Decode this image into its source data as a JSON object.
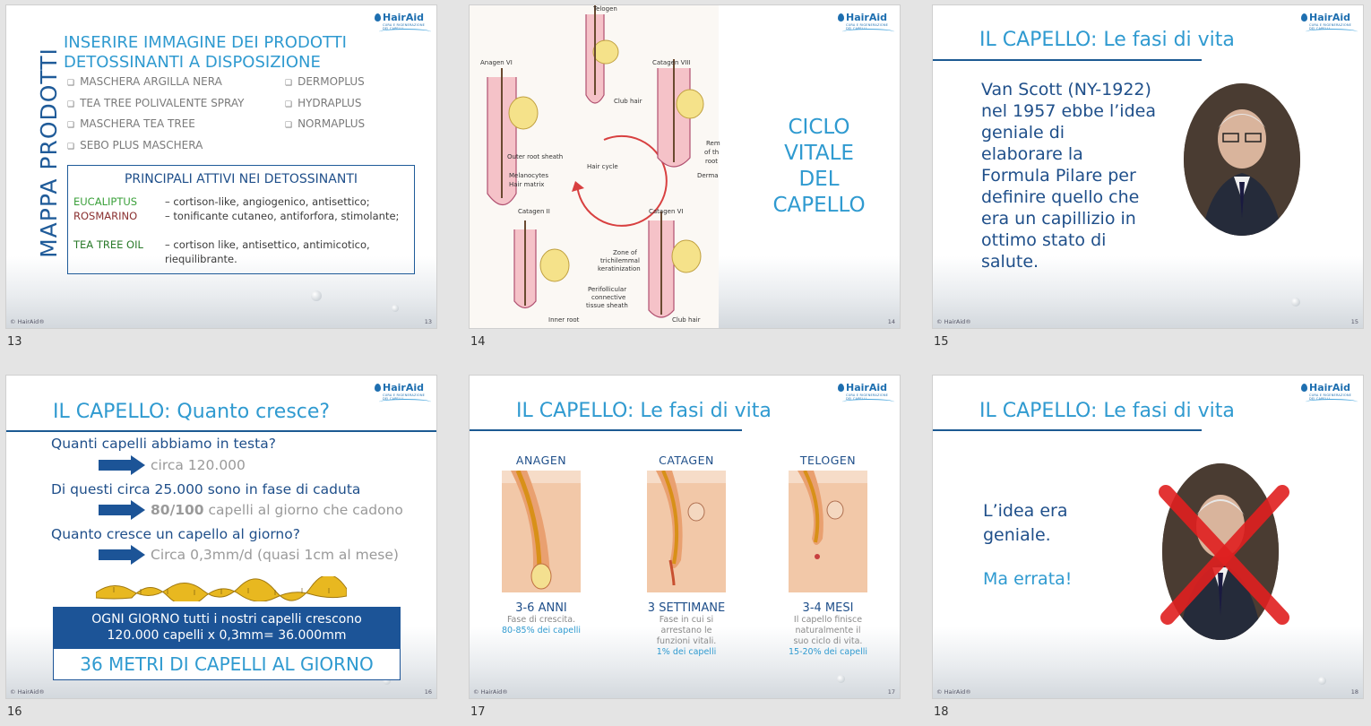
{
  "common": {
    "logo": "HairAid",
    "logo_tagline": "CURA E RIGENERAZIONE DEI CAPELLI",
    "copyright": "© HairAid®"
  },
  "slides": [
    {
      "number": "13",
      "vertical_title": "MAPPA PRODOTTI",
      "heading_line1": "INSERIRE IMMAGINE DEI PRODOTTI",
      "heading_line2": "DETOSSINANTI A DISPOSIZIONE",
      "products_left": [
        "MASCHERA ARGILLA NERA",
        "TEA TREE POLIVALENTE SPRAY",
        "MASCHERA TEA TREE",
        "SEBO PLUS MASCHERA"
      ],
      "products_right": [
        "DERMOPLUS",
        "HYDRAPLUS",
        "NORMAPLUS"
      ],
      "box_title": "PRINCIPALI ATTIVI NEI DETOSSINANTI",
      "actives": [
        {
          "name": "EUCALIPTUS",
          "color": "#3aa03a",
          "desc": "– cortison-like, angiogenico, antisettico;"
        },
        {
          "name": "ROSMARINO",
          "color": "#8a3030",
          "desc": "– tonificante cutaneo, antiforfora, stimolante;"
        },
        {
          "name": "TEA TREE OIL",
          "color": "#2a7a2a",
          "desc": "– cortison like, antisettico, antimicotico, riequilibrante."
        }
      ],
      "page": "13"
    },
    {
      "number": "14",
      "diagram_labels": {
        "telogen": "Telogen",
        "anagen_vi": "Anagen VI",
        "catagen_viii": "Catagen VIII",
        "club_hair": "Club hair",
        "outer_root_sheath": "Outer root sheath",
        "melanocytes": "Melanocytes",
        "hair_matrix": "Hair matrix",
        "hair_cycle": "Hair cycle",
        "rem": "Rem",
        "of_th": "of th",
        "root": "root",
        "derma": "Derma",
        "catagen_ii": "Catagen II",
        "catagen_vi": "Catagen VI",
        "zone": "Zone of",
        "trichilemmal": "trichilemmal",
        "keratinization": "keratinization",
        "perifollicular": "Perifollicular",
        "connective": "connective",
        "tissue_sheath": "tissue sheath",
        "inner_root": "Inner root",
        "club_hair2": "Club hair"
      },
      "title_lines": [
        "CICLO",
        "VITALE",
        "DEL",
        "CAPELLO"
      ],
      "page": "14"
    },
    {
      "number": "15",
      "title": "IL CAPELLO: Le fasi di vita",
      "paragraph_lines": [
        "Van Scott (NY-1922)",
        "nel 1957 ebbe l’idea",
        "geniale di",
        "elaborare la",
        "Formula Pilare per",
        "definire quello che",
        "era un capillizio in",
        "ottimo stato di",
        "salute."
      ],
      "page": "15"
    },
    {
      "number": "16",
      "title": "IL CAPELLO: Quanto cresce?",
      "q1": "Quanti capelli abbiamo in testa?",
      "a1": "circa 120.000",
      "q2": "Di questi circa 25.000 sono in fase di caduta",
      "a2_bold": "80/100",
      "a2_rest": " capelli al giorno che cadono",
      "q3": "Quanto cresce un capello al giorno?",
      "a3": "Circa 0,3mm/d (quasi 1cm al mese)",
      "bar_line1": "OGNI GIORNO tutti i nostri capelli crescono",
      "bar_line2": "120.000 capelli x 0,3mm= 36.000mm",
      "highlight": "36 METRI DI CAPELLI AL GIORNO",
      "page": "16"
    },
    {
      "number": "17",
      "title": "IL CAPELLO: Le fasi di vita",
      "phases": [
        {
          "name": "ANAGEN",
          "duration": "3-6 ANNI",
          "desc": [
            "Fase di crescita."
          ],
          "pct": "80-85% dei capelli"
        },
        {
          "name": "CATAGEN",
          "duration": "3 SETTIMANE",
          "desc": [
            "Fase in cui si",
            "arrestano le",
            "funzioni vitali."
          ],
          "pct": "1% dei capelli"
        },
        {
          "name": "TELOGEN",
          "duration": "3-4 MESI",
          "desc": [
            "Il capello finisce",
            "naturalmente il",
            "suo ciclo di vita."
          ],
          "pct": "15-20% dei capelli"
        }
      ],
      "page": "17"
    },
    {
      "number": "18",
      "title": "IL CAPELLO: Le fasi di vita",
      "line1": "L’idea era",
      "line2": "geniale.",
      "line3": "Ma errata!",
      "page": "18"
    }
  ],
  "colors": {
    "accent": "#2f9ad0",
    "dark_blue": "#1f4f8a",
    "bar_blue": "#1c5497",
    "cross_red": "#e02020"
  }
}
